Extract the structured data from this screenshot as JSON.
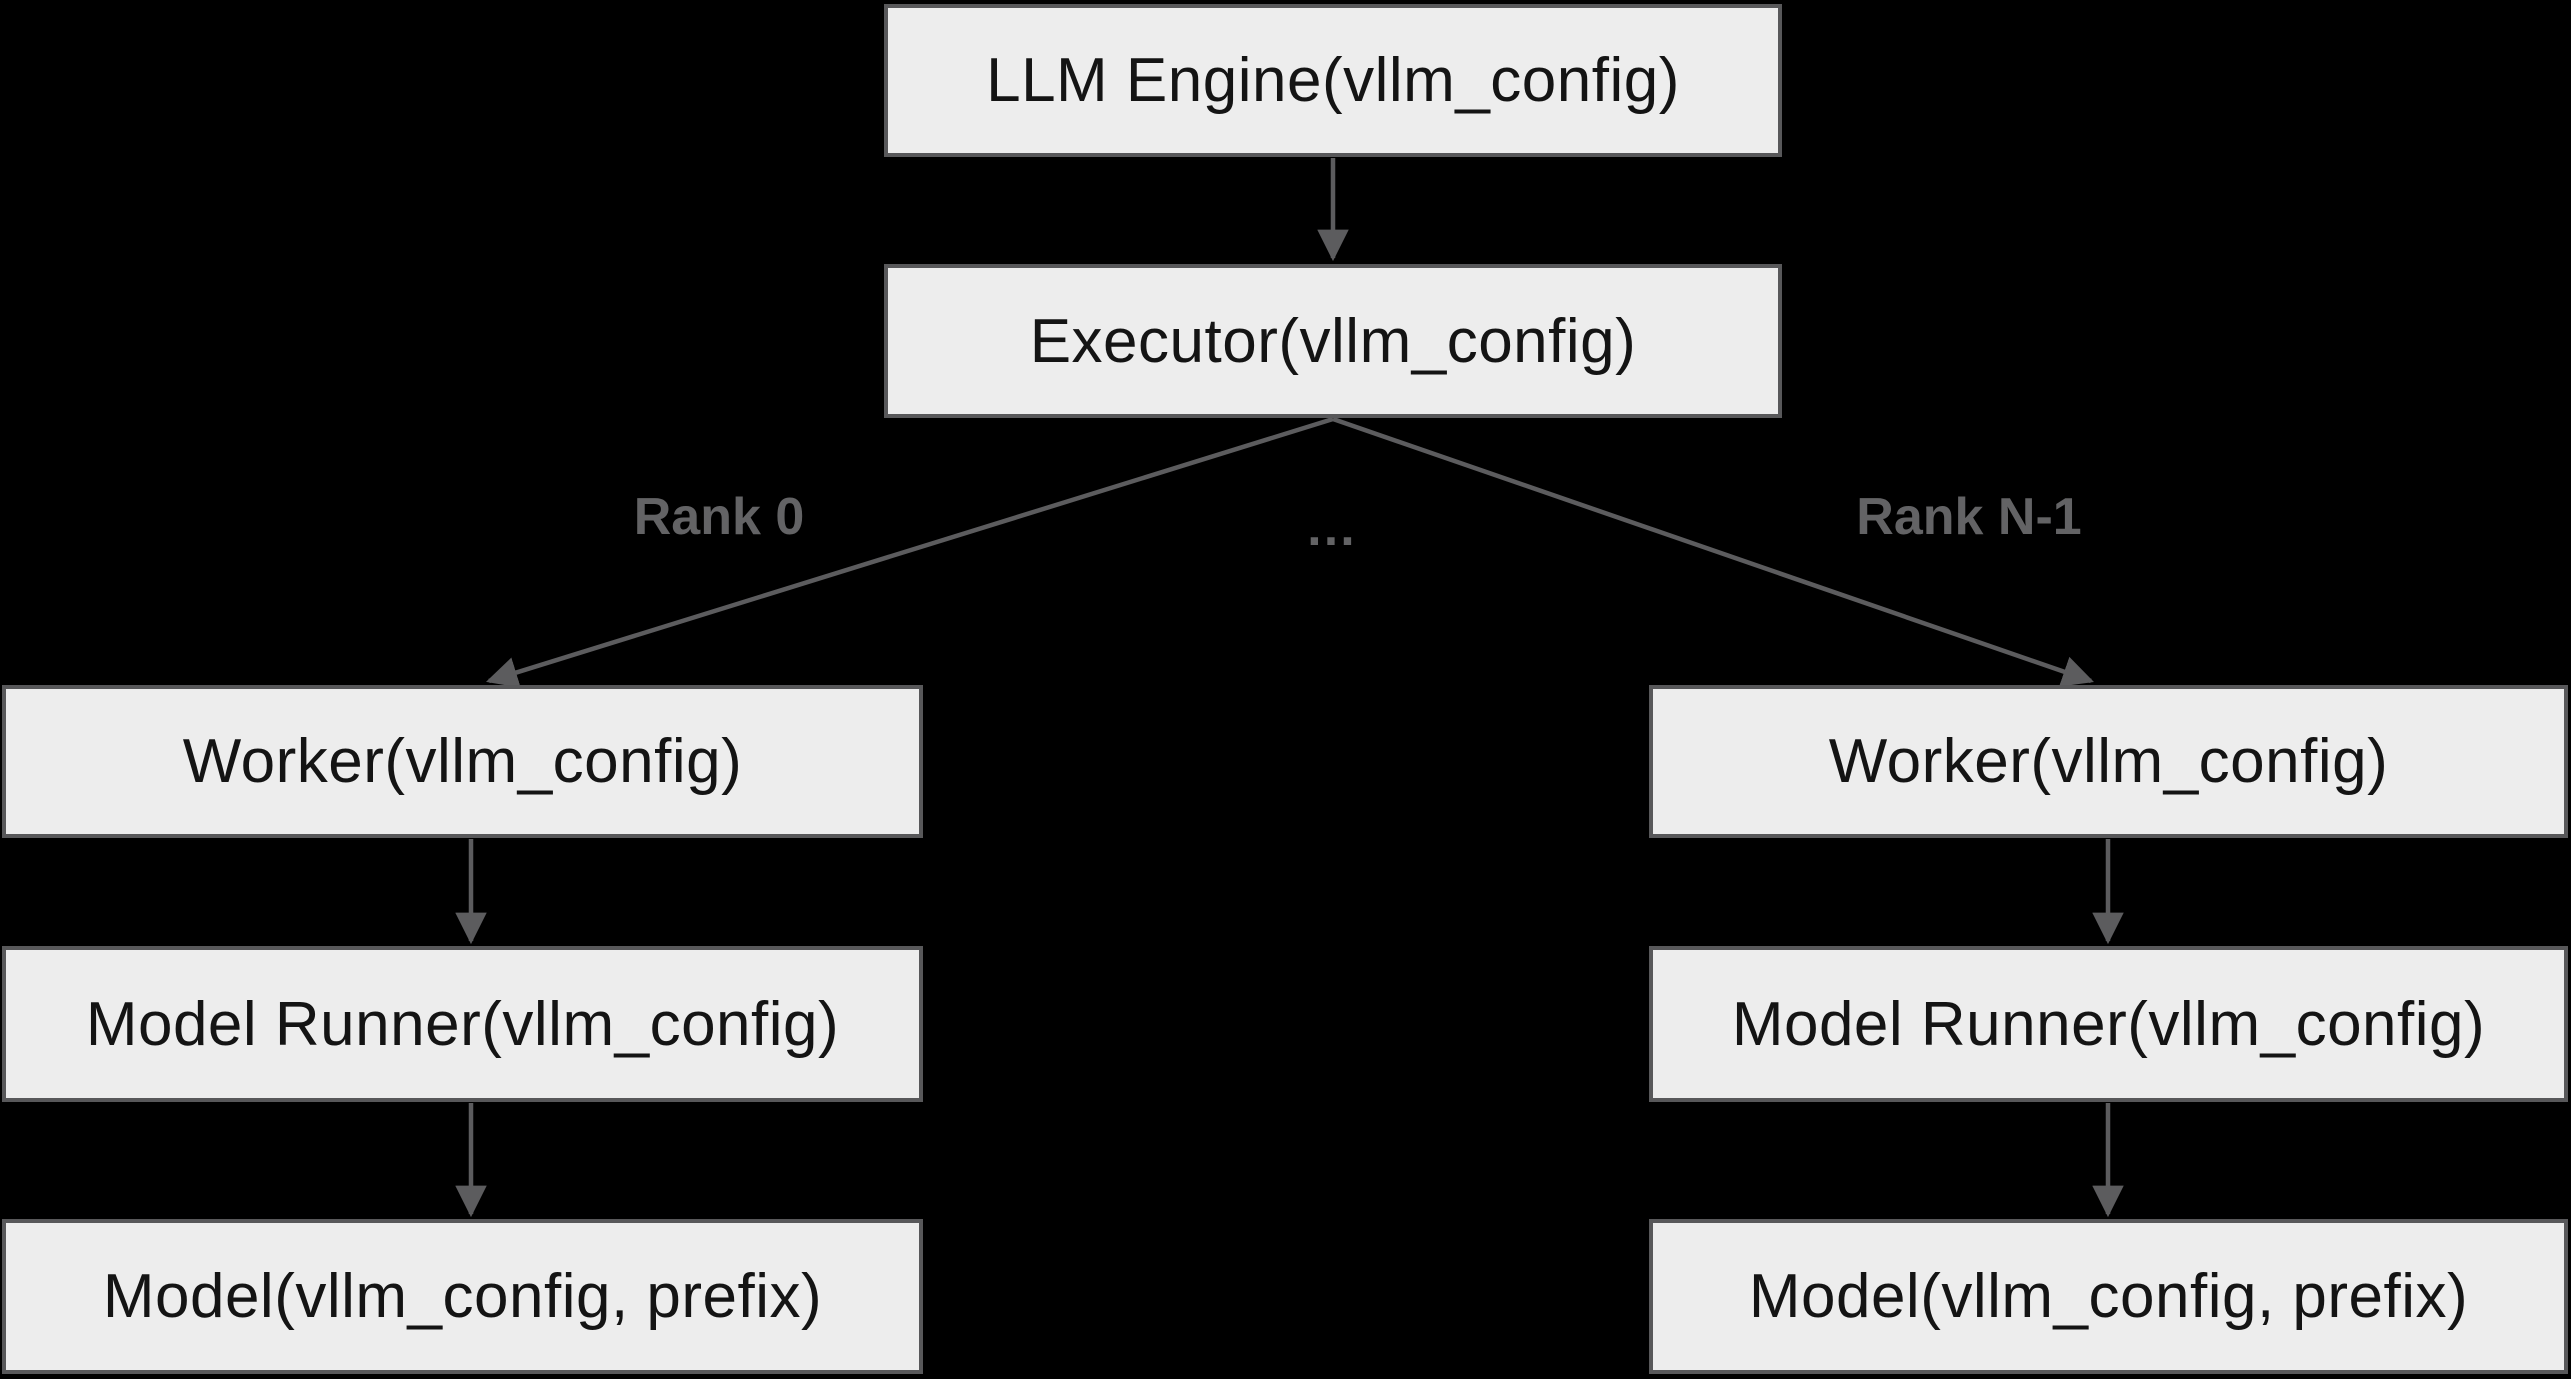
{
  "theme": {
    "bg": "#000000",
    "box-fill": "#ededed",
    "box-border": "#58585a",
    "box-text": "#141414",
    "arrow": "#5c5c5e",
    "label": "#636365"
  },
  "diagram_type": "flowchart",
  "nodes": {
    "llm_engine": {
      "label": "LLM Engine(vllm_config)"
    },
    "executor": {
      "label": "Executor(vllm_config)"
    },
    "worker_rank0": {
      "label": "Worker(vllm_config)"
    },
    "model_runner_rank0": {
      "label": "Model Runner(vllm_config)"
    },
    "model_rank0": {
      "label": "Model(vllm_config, prefix)"
    },
    "worker_rankn": {
      "label": "Worker(vllm_config)"
    },
    "model_runner_rankn": {
      "label": "Model Runner(vllm_config)"
    },
    "model_rankn": {
      "label": "Model(vllm_config, prefix)"
    }
  },
  "edge_labels": {
    "rank0": "Rank 0",
    "ellipsis": "…",
    "rank_n1": "Rank N-1"
  }
}
